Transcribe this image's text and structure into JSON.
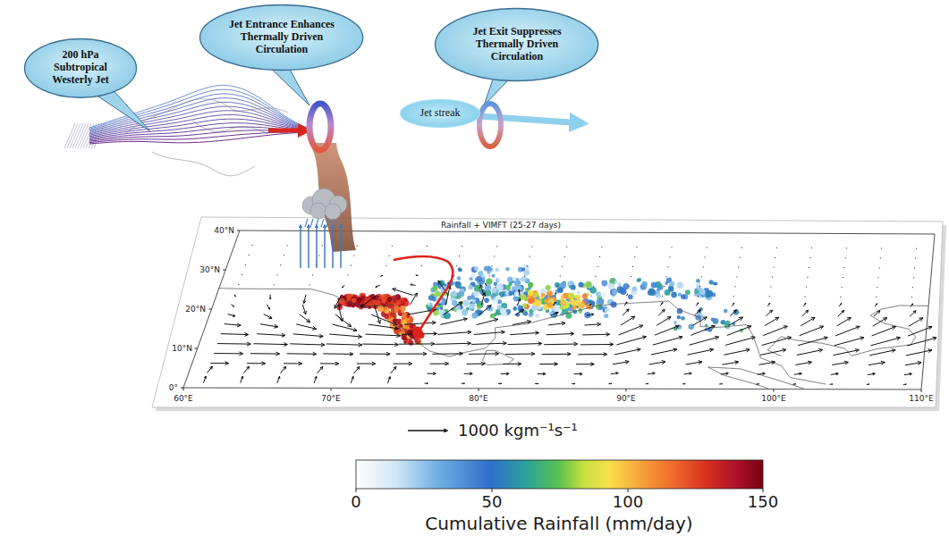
{
  "diagram": {
    "nodes": [
      {
        "text": [
          "200 hPa Subtropical Westerly Jet"
        ]
      },
      {
        "text": [
          "Jet Entrance Enhances Thermally Driven Circulation"
        ]
      },
      {
        "text": [
          "Jet Exit Suppresses Thermally Driven Circulation"
        ]
      },
      {
        "text": [
          "Jet streak"
        ]
      }
    ],
    "labels": [
      "Rainfall + VIMFT (25-27 days)",
      "40°N",
      "30°N",
      "20°N",
      "10°N",
      "0°",
      "60°E",
      "70°E",
      "80°E",
      "90°E",
      "100°E",
      "110°E",
      "1000 kgm⁻¹s⁻¹",
      "0",
      "50",
      "100",
      "150",
      "Cumulative Rainfall (mm/day)"
    ]
  }
}
